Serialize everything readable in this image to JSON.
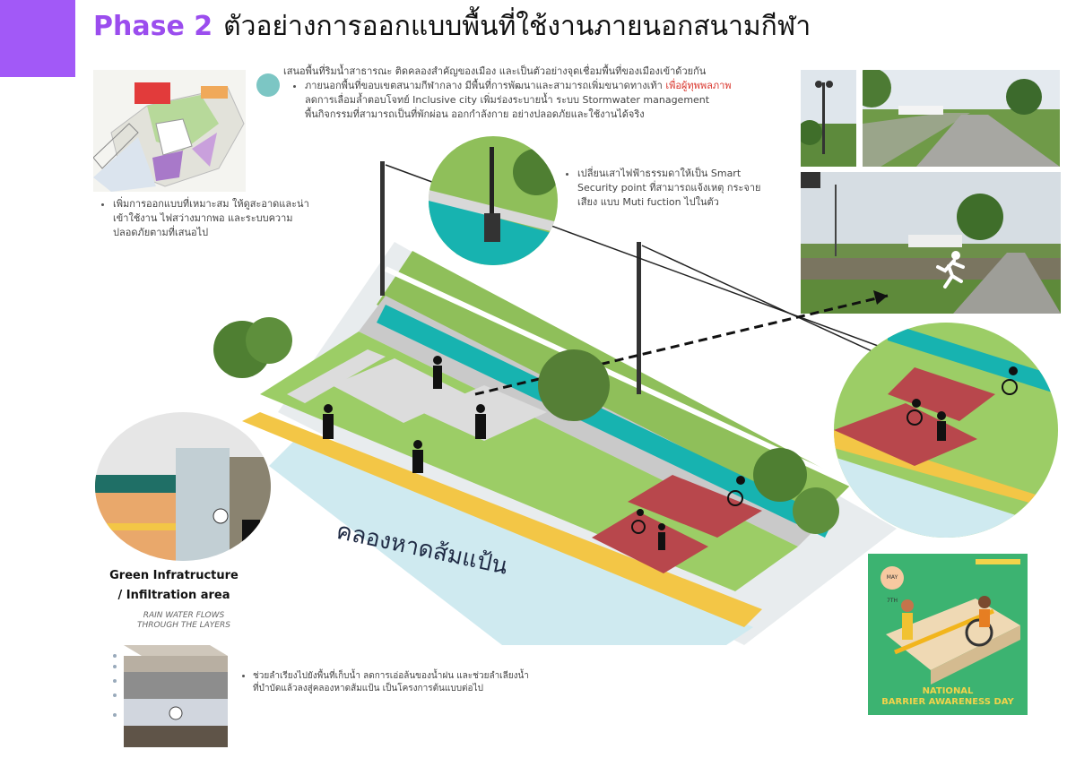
{
  "header": {
    "phase": "Phase 2",
    "title": "ตัวอย่างการออกแบบพื้นที่ใช้งานภายนอกสนามกีฬา"
  },
  "intro": {
    "lead": "เสนอพื้นที่ริมน้ำสาธารณะ ติดคลองสำคัญของเมือง และเป็นตัวอย่างจุดเชื่อมพื้นที่ของเมืองเข้าด้วยกัน",
    "bullet_line1_a": "ภายนอกพื้นที่ขอบเขตสนามกีฬากลาง มีพื้นที่การพัฒนาและสามารถเพิ่มขนาดทางเท้า",
    "bullet_line1_highlight": "เพื่อผู้ทุพพลภาพ",
    "bullet_line2": "ลดการเลื่อมล้ำตอบโจทย์ Inclusive city  เพิ่มร่องระบายน้ำ ระบบ Stormwater management",
    "bullet_line3": "พื้นกิจกรรมที่สามารถเป็นที่พักผ่อน ออกกำลังกาย อย่างปลอดภัยและใช้งานได้จริง"
  },
  "left_note": {
    "line1": "เพิ่มการออกแบบที่เหมาะสม ให้ดูสะอาดและน่า",
    "line2": "เข้าใช้งาน ไฟสว่างมากพอ และระบบความ",
    "line3": "ปลอดภัยตามที่เสนอไป"
  },
  "smart_note": {
    "line1": "เปลี่ยนเสาไฟฟ้าธรรมดาให้เป็น Smart",
    "line2": "Security point ที่สามารถแจ้งเหตุ กระจาย",
    "line3": "เสียง แบบ Muti fuction ไปในตัว"
  },
  "canal_label": "คลองหาดส้มแป้น",
  "green_infra": {
    "line1": "Green Infratructure",
    "line2": "/ Infiltration area",
    "rain_text": "RAIN WATER FLOWS THROUGH THE LAYERS"
  },
  "drain_note": {
    "line1": "ช่วยลำเรียงไปยังพื้นที่เก็บน้ำ ลดการเอ่อล้นของน้ำฝน และช่วยลำเลียงน้ำ",
    "line2": "ที่บำบัดแล้วลงสู่คลองหาดส้มแป้น เป็นโครงการต้นแบบต่อไป"
  },
  "poster": {
    "line1": "NATIONAL",
    "line2": "BARRIER AWARENESS DAY",
    "badge": "MAY 7TH"
  },
  "colors": {
    "accent": "#a259f7",
    "highlight": "#d9342b",
    "grass": "#8fbf5a",
    "wall": "#17b3b0",
    "water": "#cfeaf0",
    "path_yellow": "#f3c646",
    "deck_red": "#b8474c",
    "poster_bg": "#3cb371"
  }
}
